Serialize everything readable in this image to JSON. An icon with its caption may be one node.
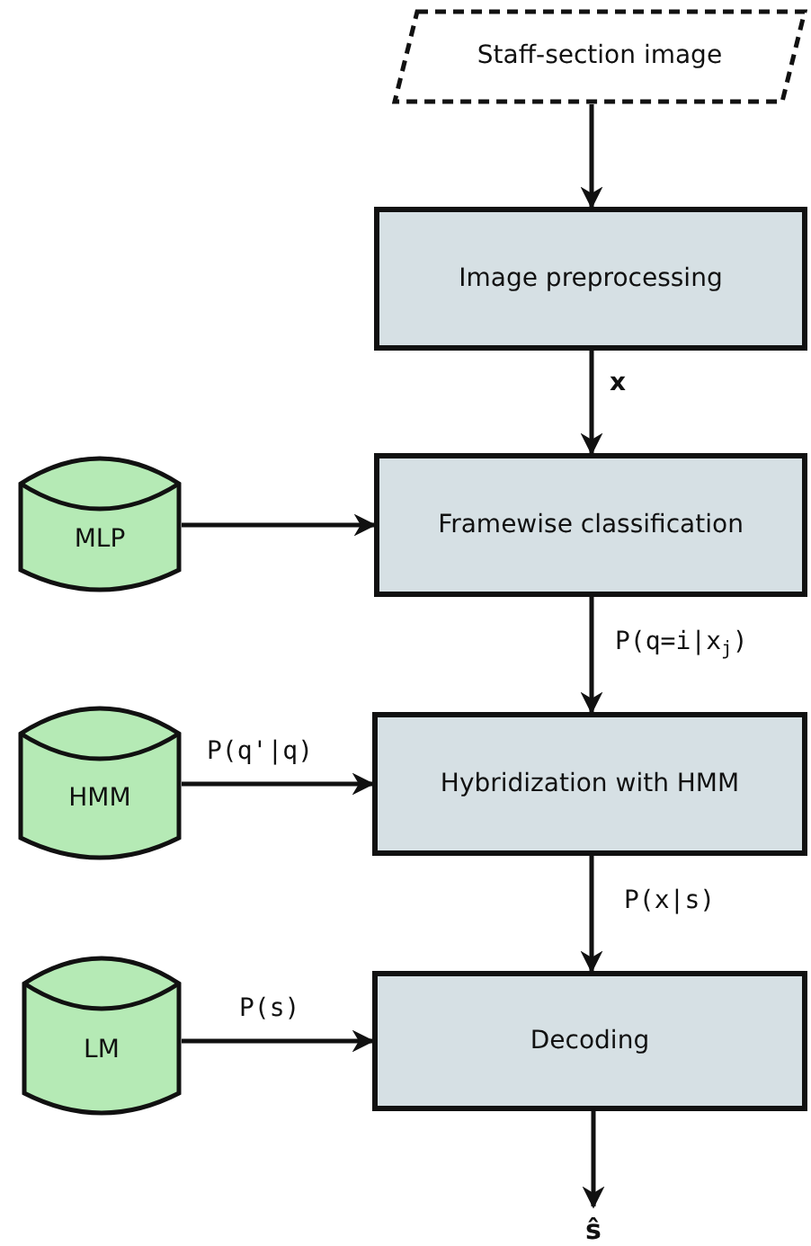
{
  "diagram": {
    "nodes": [
      {
        "text": [
          "Staff-section image"
        ]
      },
      {
        "text": [
          "Image preprocessing"
        ]
      },
      {
        "text": [
          "MLP"
        ]
      },
      {
        "text": [
          "Framewise classification"
        ]
      },
      {
        "text": [
          "HMM"
        ]
      },
      {
        "text": [
          "Hybridization with HMM"
        ]
      },
      {
        "text": [
          "LM"
        ]
      },
      {
        "text": [
          "Decoding"
        ]
      },
      {
        "text": [
          "ŝ"
        ]
      }
    ],
    "edges": [
      {
        "from": 0,
        "to": 1,
        "arrow": "to"
      },
      {
        "from": 1,
        "to": 3,
        "arrow": "to",
        "label": "x"
      },
      {
        "from": 2,
        "to": 3,
        "arrow": "to"
      },
      {
        "from": 3,
        "to": 5,
        "arrow": "to",
        "label": "P(q=i|x$_{j}$)"
      },
      {
        "from": 4,
        "to": 5,
        "arrow": "to",
        "label": "P(q'|q)"
      },
      {
        "from": 5,
        "to": 7,
        "arrow": "to",
        "label": "P(x|s)"
      },
      {
        "from": 6,
        "to": 7,
        "arrow": "to",
        "label": "P(s)"
      },
      {
        "from": 7,
        "to": 8,
        "arrow": "to"
      }
    ]
  }
}
